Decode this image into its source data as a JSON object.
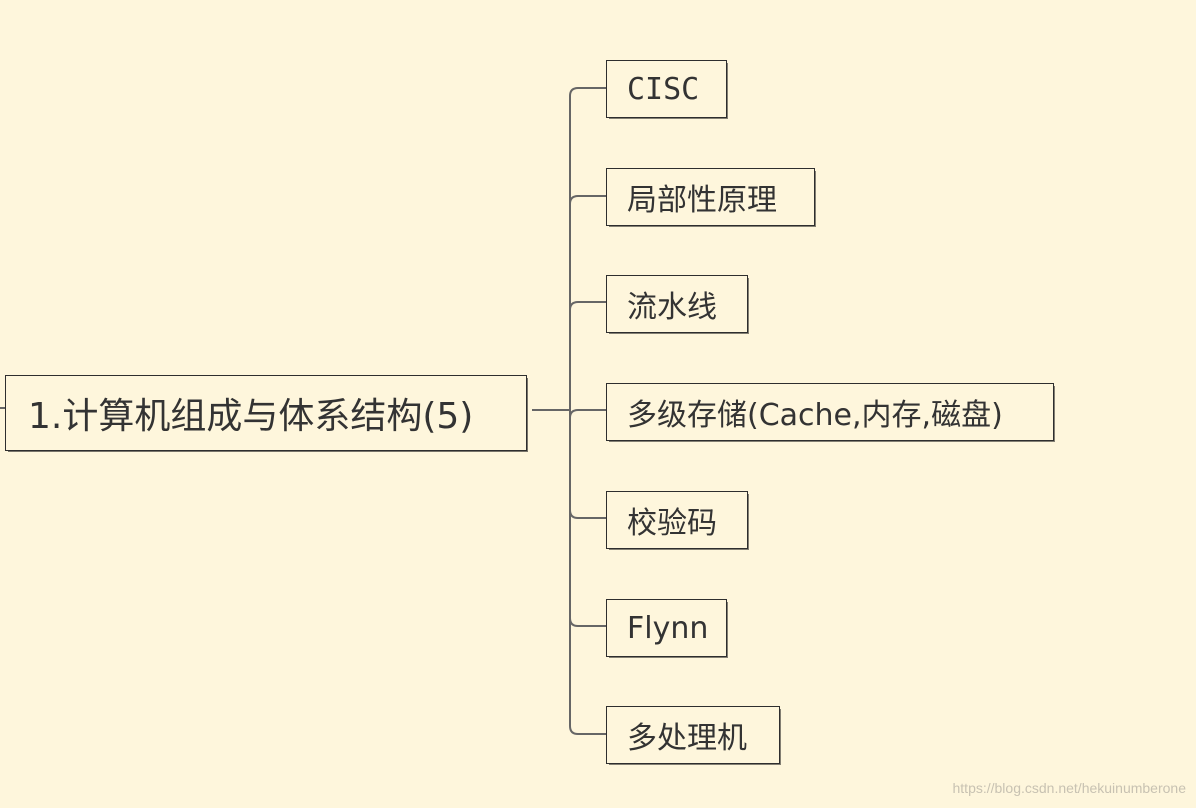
{
  "root": {
    "label": "1.计算机组成与体系结构(5)"
  },
  "children": [
    {
      "label": "CISC"
    },
    {
      "label": "局部性原理"
    },
    {
      "label": "流水线"
    },
    {
      "label": "多级存储(Cache,内存,磁盘)"
    },
    {
      "label": "校验码"
    },
    {
      "label": "Flynn"
    },
    {
      "label": "多处理机"
    }
  ],
  "watermark": "https://blog.csdn.net/hekuinumberone",
  "colors": {
    "background": "#fef6dc",
    "line": "#666666",
    "text": "#333333",
    "border": "#2e2e2e"
  }
}
